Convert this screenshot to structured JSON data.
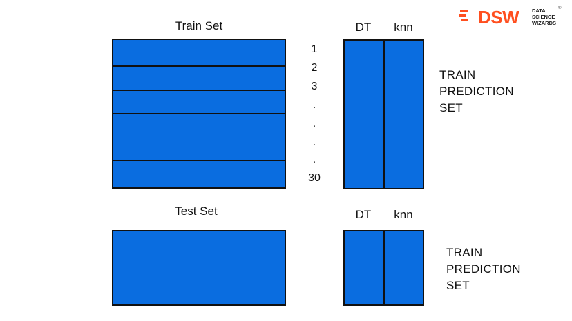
{
  "logo": {
    "letters": "DSW",
    "text_lines": [
      "DATA",
      "SCIENCE",
      "WIZARDS"
    ],
    "reg": "®",
    "accent_color": "#ff4f1f"
  },
  "train": {
    "title": "Train Set",
    "row_numbers": [
      "1",
      "2",
      "3",
      ".",
      ".",
      ".",
      ".",
      "30"
    ],
    "pred_headers": [
      "DT",
      "knn"
    ],
    "side_label": [
      "TRAIN",
      "PREDICTION",
      "SET"
    ]
  },
  "test": {
    "title": "Test Set",
    "pred_headers": [
      "DT",
      "knn"
    ],
    "side_label": [
      "TRAIN",
      "PREDICTION",
      "SET"
    ]
  },
  "colors": {
    "box_fill": "#0a6de0",
    "border": "#111111"
  }
}
